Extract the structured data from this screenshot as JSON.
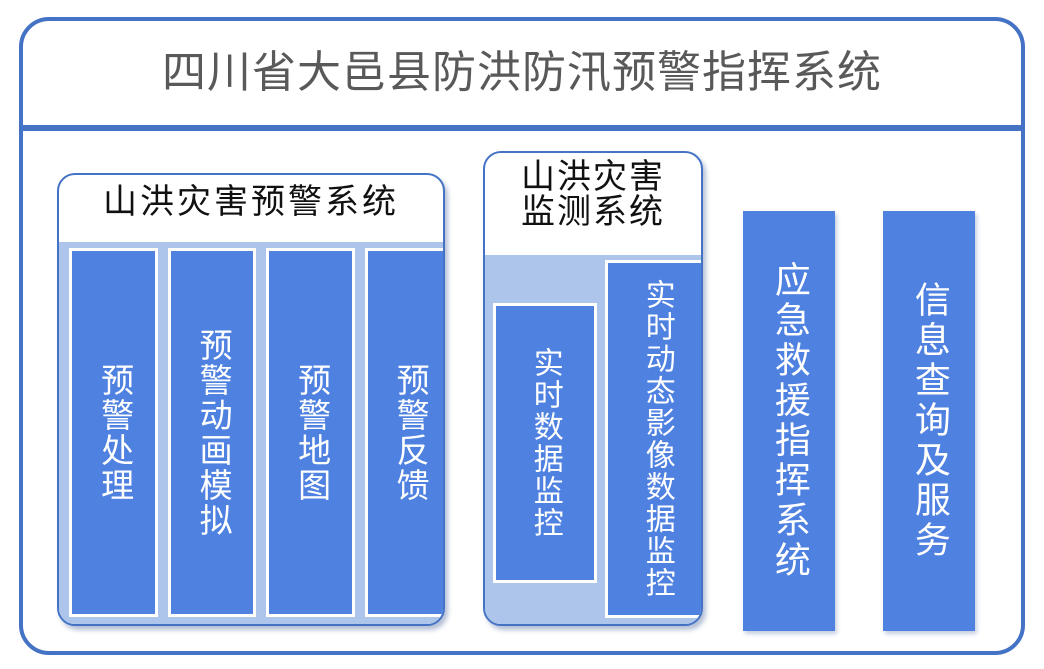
{
  "header": {
    "title": "四川省大邑县防洪防汛预警指挥系统"
  },
  "panels": [
    {
      "id": "warning",
      "title": "山洪灾害预警系统",
      "modules": [
        {
          "label": "预警处理"
        },
        {
          "label": "预警动画模拟"
        },
        {
          "label": "预警地图"
        },
        {
          "label": "预警反馈"
        }
      ]
    },
    {
      "id": "monitor",
      "title": "山洪灾害\n监测系统",
      "modules": [
        {
          "label": "实时数据监控"
        },
        {
          "label": "实时动态影像数据监控"
        }
      ]
    }
  ],
  "standalone_modules": [
    {
      "id": "emergency",
      "label": "应急救援指挥系统"
    },
    {
      "id": "info",
      "label": "信息查询及服务"
    }
  ],
  "colors": {
    "frame_blue": "#4472c4",
    "bar_blue": "#4e81e0",
    "inner_panel_blue": "#adc5ea",
    "title_gray": "#595959",
    "panel_title_black": "#111111"
  }
}
